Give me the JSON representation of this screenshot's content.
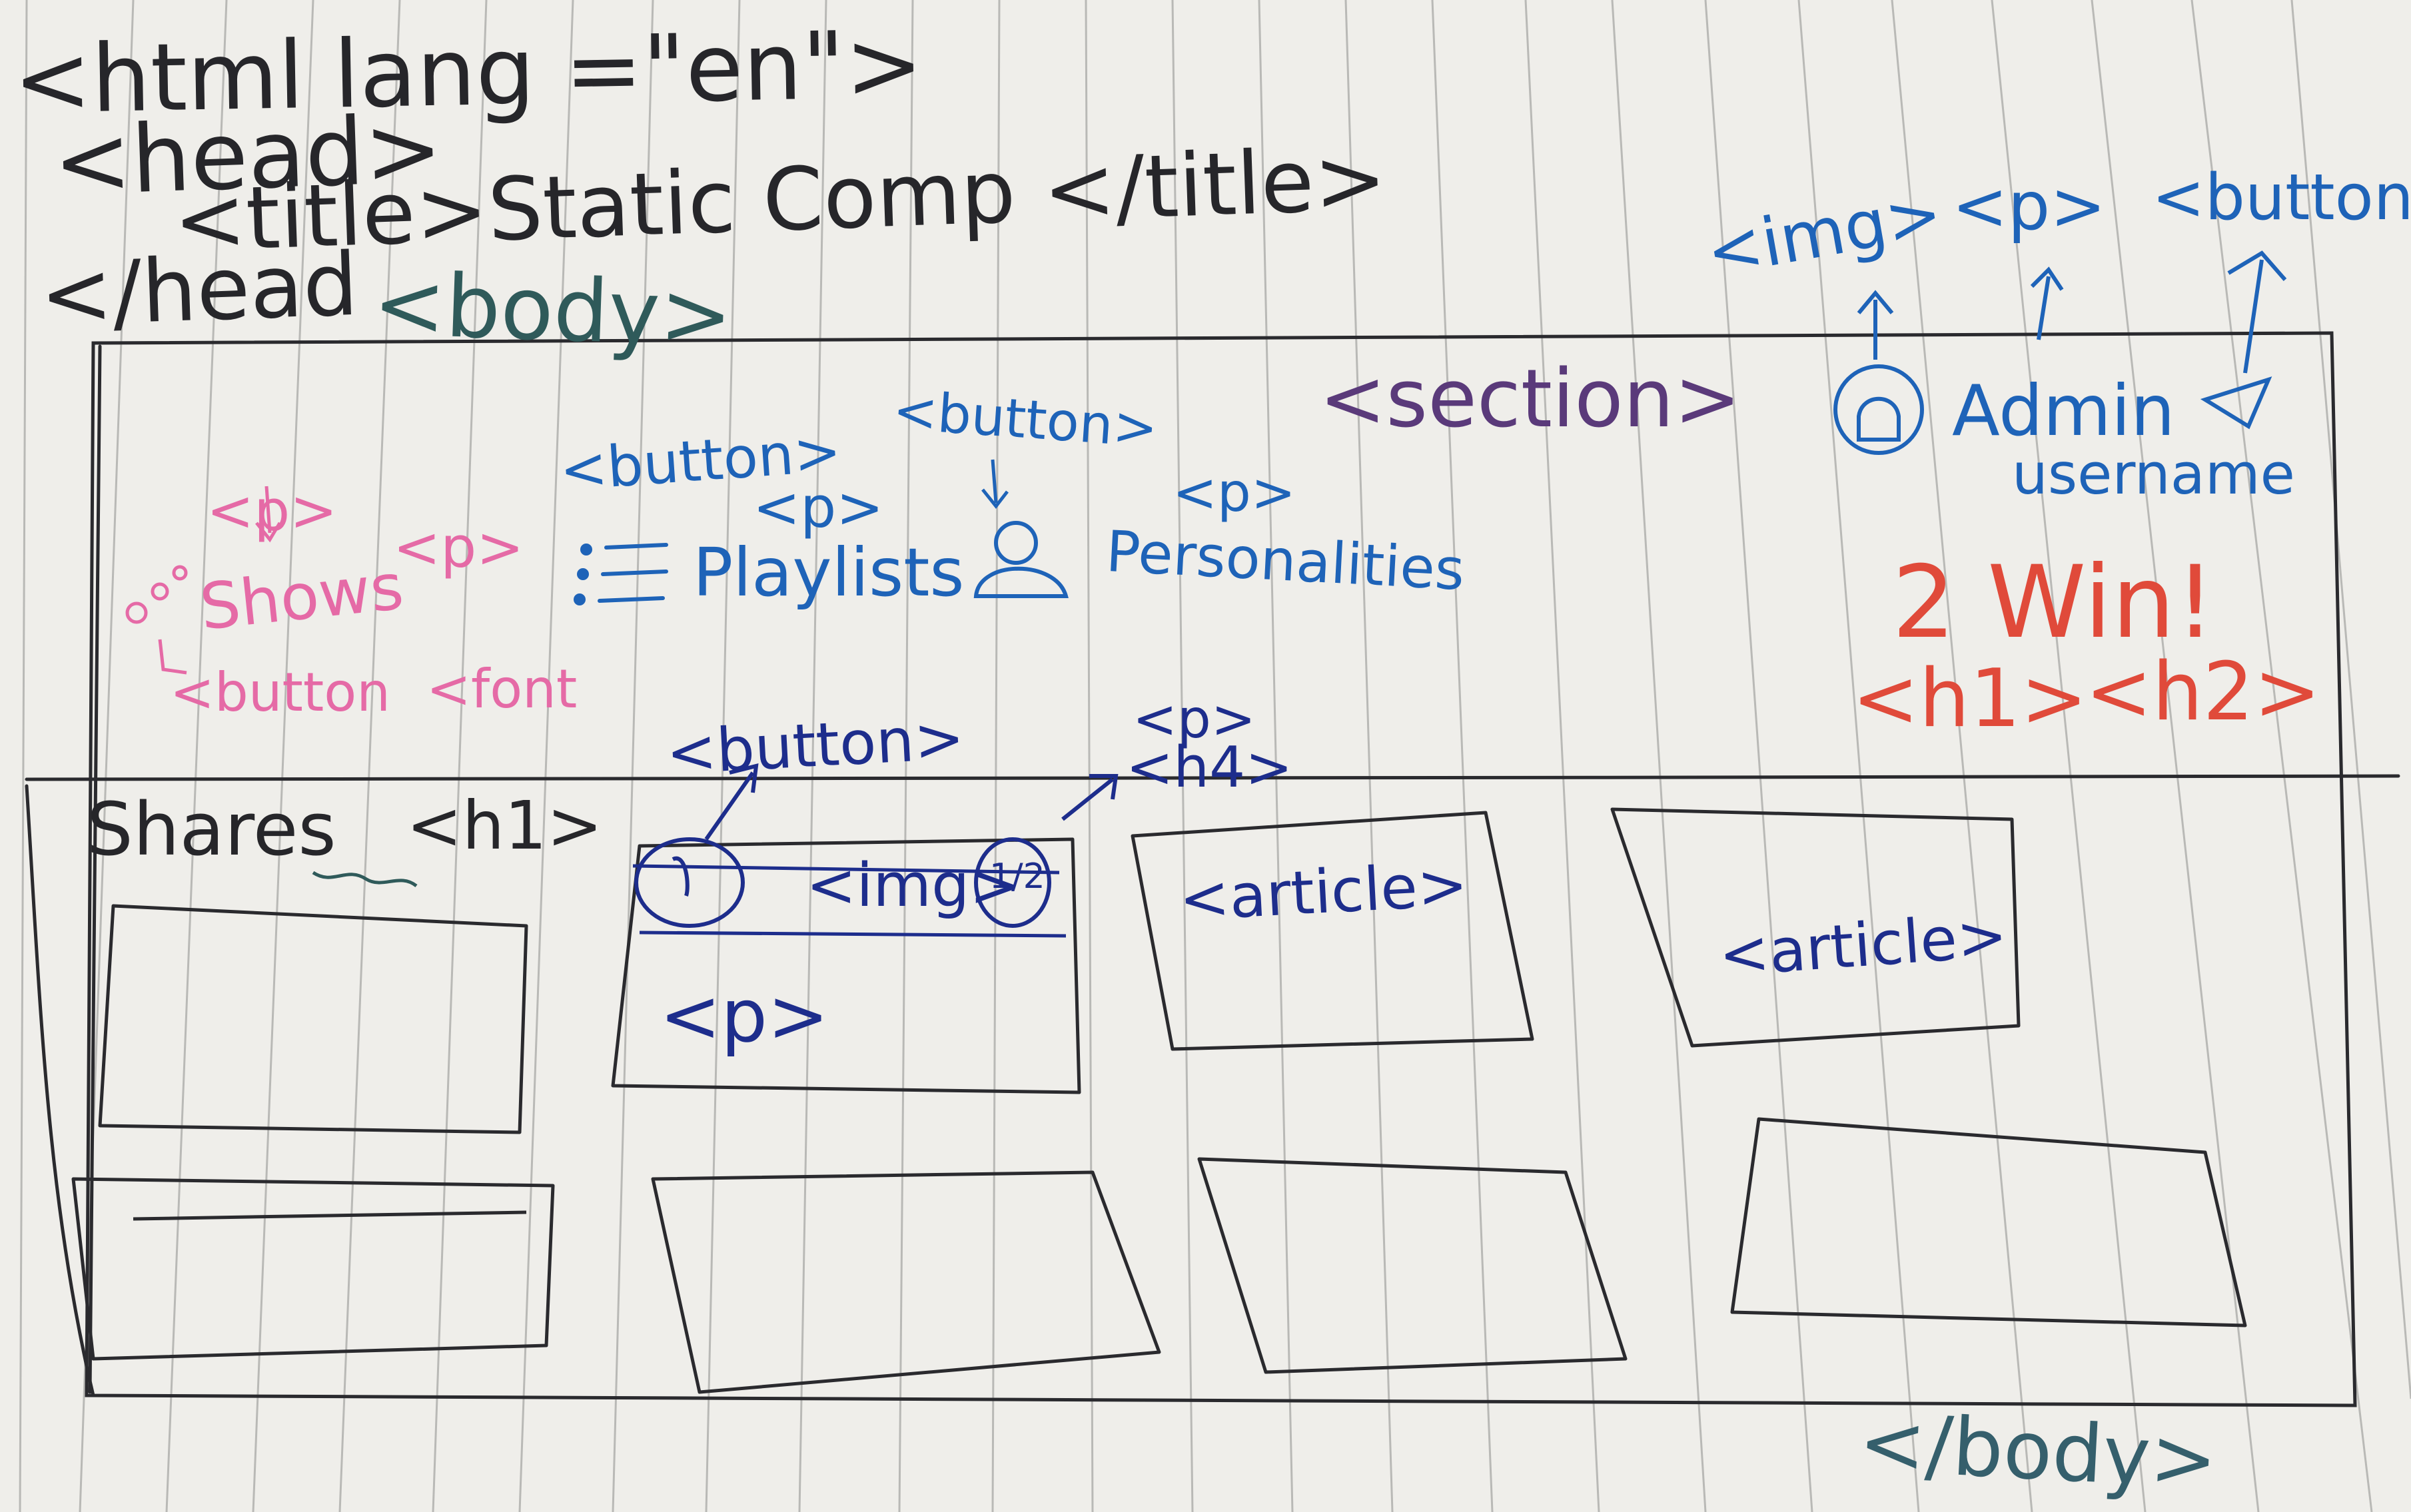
{
  "code": {
    "html_open": "<html lang =\"en\">",
    "head_open": "<head>",
    "title_line": "<title>Static Comp </title>",
    "head_close": "</head",
    "body_open": "<body>",
    "body_close": "</body>"
  },
  "header": {
    "section_tag": "<section>",
    "shows_label": "Shows",
    "shows_p_tag": "<p>",
    "shows_p_tag_2": "<p>",
    "shows_button_tag": "<button",
    "shows_font_tag": "<font",
    "playlists_button_tag": "<button>",
    "playlists_p_tag": "<p>",
    "playlists_label": "Playlists",
    "personalities_button_tag": "<button>",
    "personalities_p_tag": "<p>",
    "personalities_label": "Personalities",
    "img_tag": "<img>",
    "p_tag": "<p>",
    "button_tag": "<button>",
    "admin_label": "Admin",
    "username_label": "username",
    "win_label": "2 Win!",
    "h1_tag": "<h1>",
    "h2_tag": "<h2>"
  },
  "main": {
    "shares_label": "Shares",
    "h1_tag": "<h1>",
    "card_button_tag": "<button>",
    "card_p_tag": "<p>",
    "card_h4_tag": "<h4>",
    "card_img_tag": "<img>",
    "card_badge_text": "1/2",
    "card_body_p_tag": "<p>",
    "article_tag_1": "<article>",
    "article_tag_2": "<article>"
  },
  "colors": {
    "paper": "#efeeea",
    "rule_line": "#b9b9b6",
    "ink_black": "#26262a",
    "ink_blue": "#1e63b8",
    "ink_navy": "#1d2d8c",
    "ink_pink": "#e56aa6",
    "ink_purple": "#5a3a7a",
    "ink_red": "#e04a3a"
  },
  "icons": {
    "shows": "dots-icon",
    "playlists": "list-icon",
    "personalities": "person-icon",
    "avatar": "user-avatar-icon",
    "dropdown": "triangle-down-icon",
    "card_left": "circle-icon",
    "card_right": "badge-icon"
  }
}
